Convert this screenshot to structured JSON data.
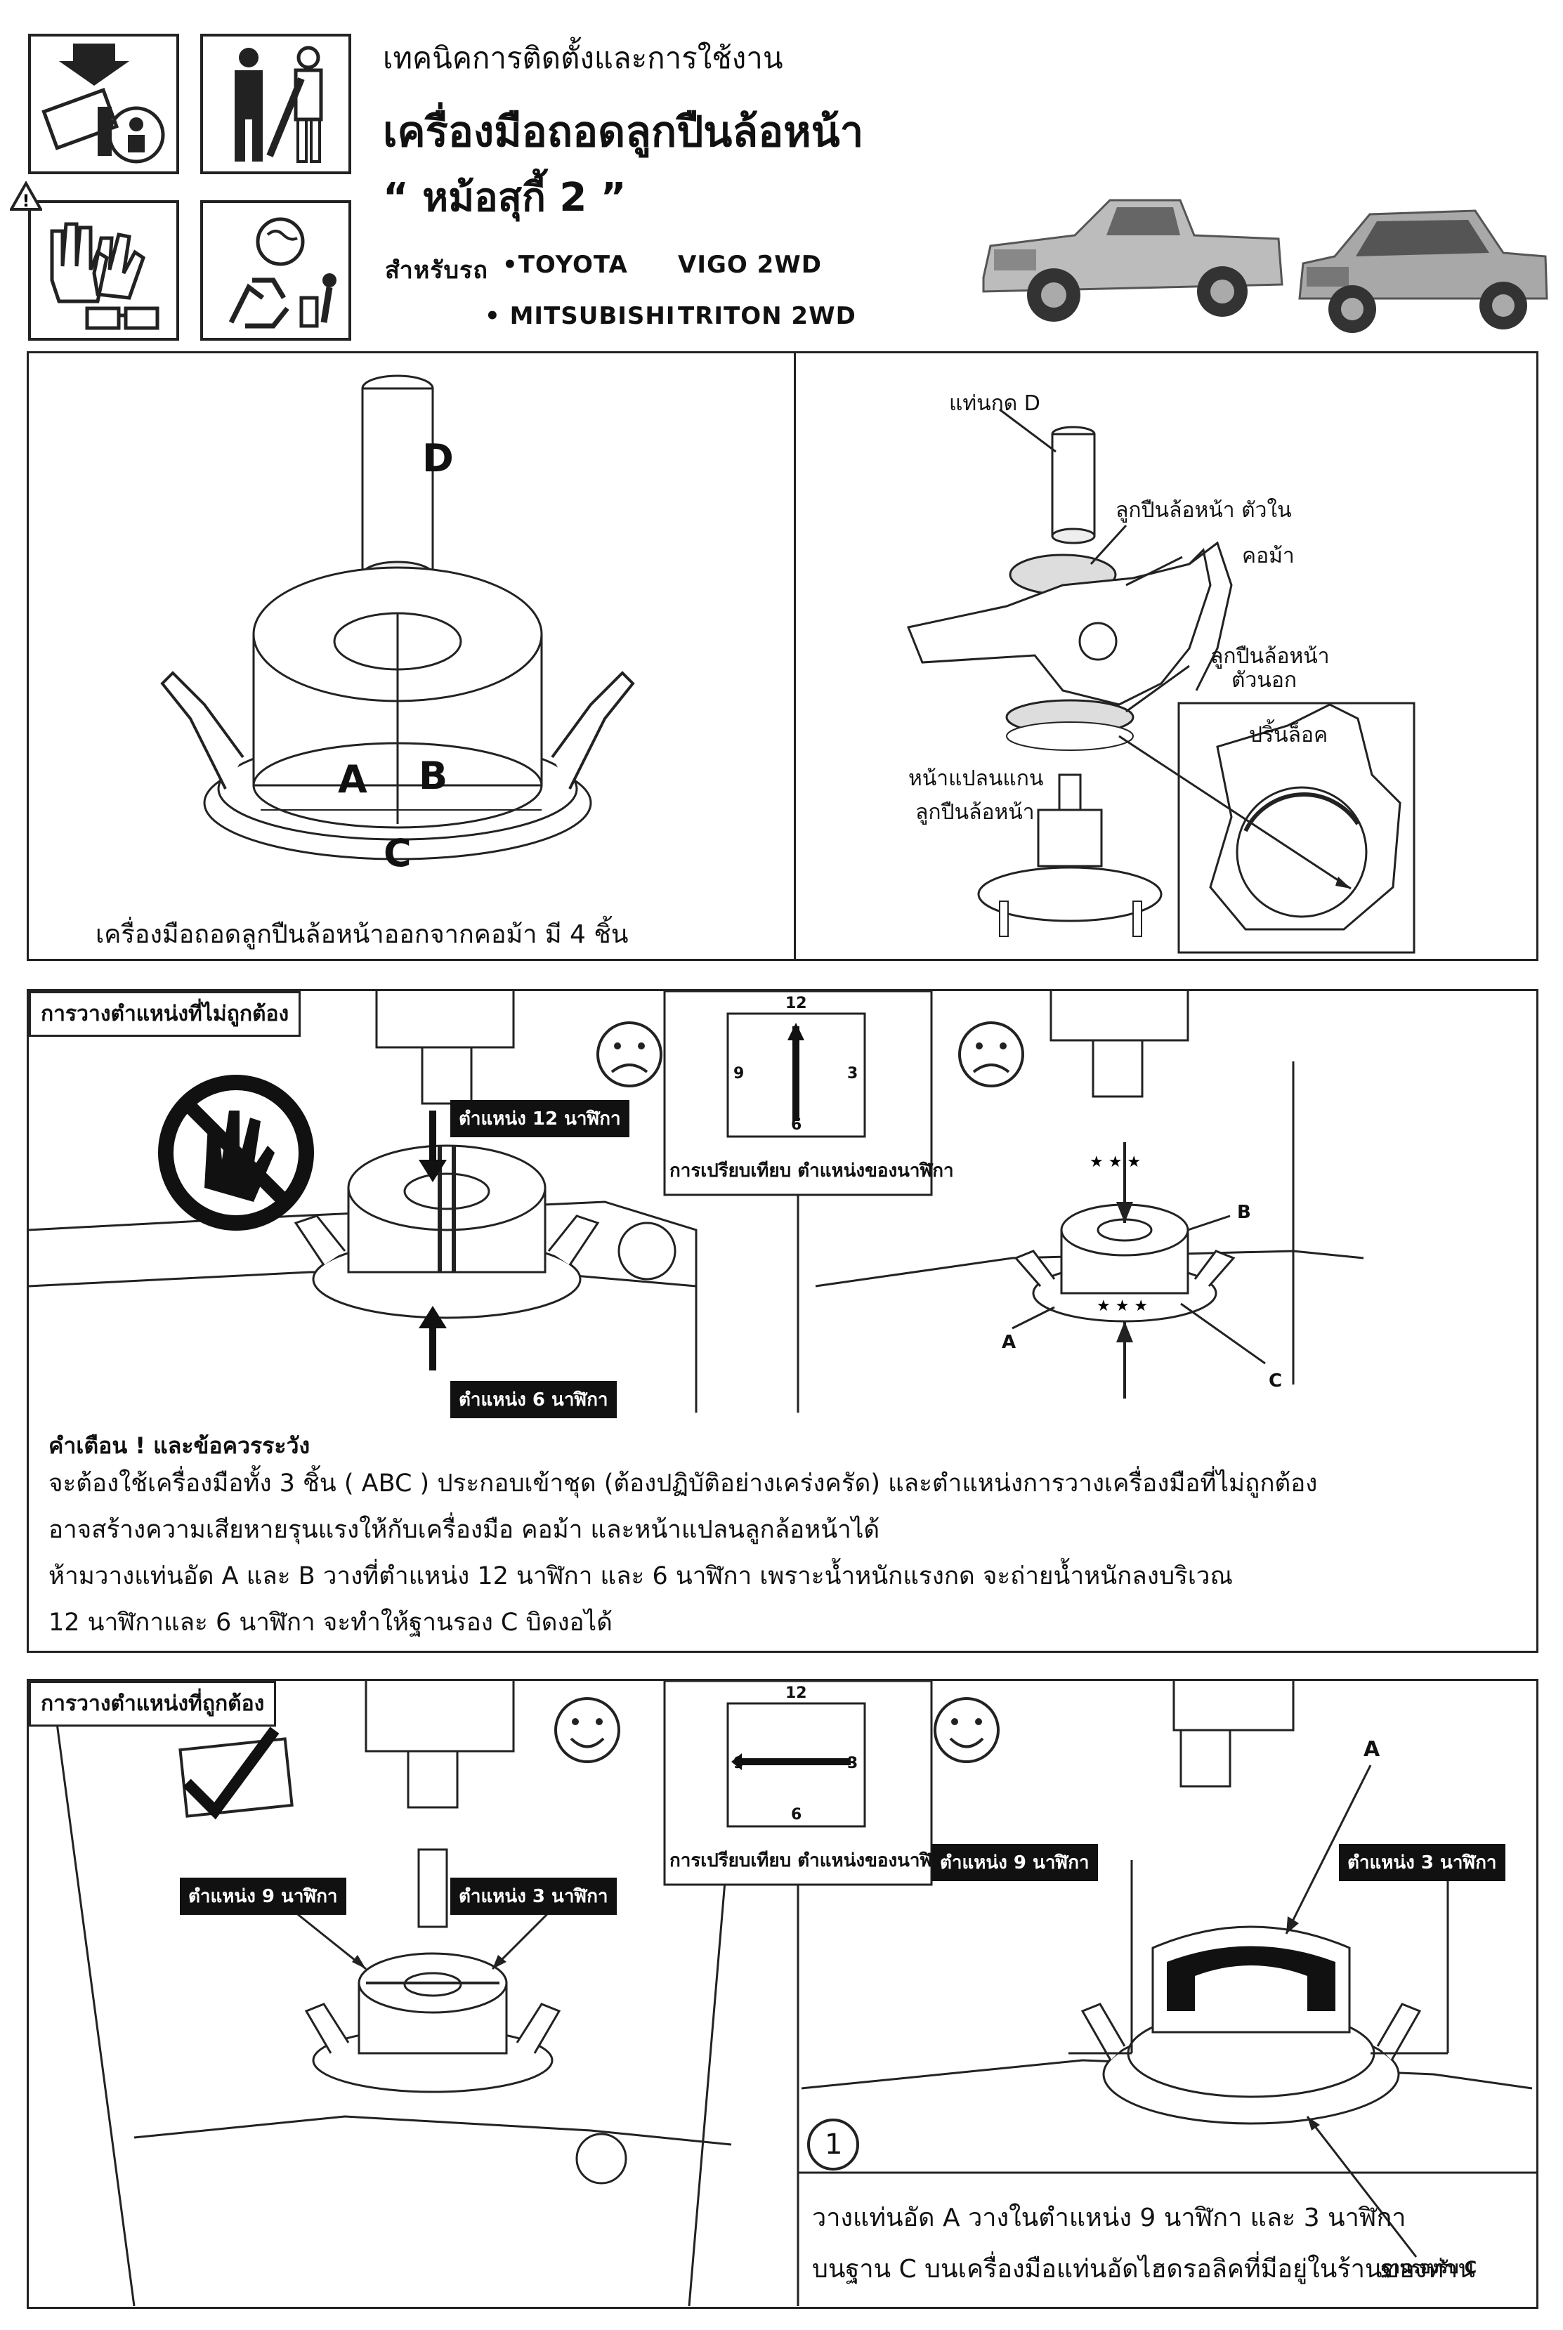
{
  "header": {
    "subtitle": "เทคนิคการติดตั้งและการใช้งาน",
    "title": "เครื่องมือถอดลูกปืนล้อหน้า",
    "subtitle2": "“ หม้อสุกี้ 2 ”",
    "for_car_label": "สำหรับรถ",
    "car1_brand": "•TOYOTA",
    "car1_model": "VIGO 2WD",
    "car2_brand": "• MITSUBISHI",
    "car2_model": "TRITON 2WD"
  },
  "panel1": {
    "label_d": "D",
    "label_a": "A",
    "label_b": "B",
    "label_c": "C",
    "caption": "เครื่องมือถอดลูกปืนล้อหน้าออกจากคอม้า มี 4 ชิ้น"
  },
  "panel2": {
    "press_d": "แท่นกด D",
    "inner_bearing": "ลูกปืนล้อหน้า ตัวใน",
    "knuckle": "คอม้า",
    "outer_bearing_1": "ลูกปืนล้อหน้า",
    "outer_bearing_2": "ตัวนอก",
    "snap_ring": "ปริ้นล็อค",
    "hub_flange_1": "หน้าแปลนแกน",
    "hub_flange_2": "ลูกปืนล้อหน้า"
  },
  "wrong_section": {
    "tag": "การวางตำแหน่งที่ไม่ถูกต้อง",
    "pos12": "ตำแหน่ง 12 นาฬิกา",
    "pos6": "ตำแหน่ง 6 นาฬิกา",
    "clock_compare": "การเปรียบเทียบ ตำแหน่งของนาฬิกา",
    "clock_12": "12",
    "clock_3": "3",
    "clock_6": "6",
    "clock_9": "9",
    "label_a": "A",
    "label_b": "B",
    "label_c": "C",
    "warning_title": "คำเตือน ! และข้อควรระวัง",
    "warning_lines": [
      "จะต้องใช้เครื่องมือทั้ง 3 ชิ้น ( ABC ) ประกอบเข้าชุด (ต้องปฏิบัติอย่างเคร่งครัด) และตำแหน่งการวางเครื่องมือที่ไม่ถูกต้อง",
      "อาจสร้างความเสียหายรุนแรงให้กับเครื่องมือ คอม้า และหน้าแปลนลูกล้อหน้าได้",
      "ห้ามวางแท่นอัด A และ B วางที่ตำแหน่ง 12 นาฬิกา และ 6 นาฬิกา เพราะน้ำหนักแรงกด จะถ่ายน้ำหนักลงบริเวณ",
      "12 นาฬิกาและ 6 นาฬิกา จะทำให้ฐานรอง C บิดงอได้"
    ]
  },
  "right_section": {
    "tag": "การวางตำแหน่งที่ถูกต้อง",
    "pos9": "ตำแหน่ง 9 นาฬิกา",
    "pos3": "ตำแหน่ง 3 นาฬิกา",
    "clock_compare": "การเปรียบเทียบ ตำแหน่งของนาฬิกา",
    "clock_12": "12",
    "clock_3": "3",
    "clock_6": "6",
    "clock_9": "9",
    "label_a": "A",
    "base_c": "ฐานรองรับ C",
    "step_number": "1",
    "instruction_lines": [
      "วางแท่นอัด A วางในตำแหน่ง 9 นาฬิกา และ 3 นาฬิกา",
      "บนฐาน C บนเครื่องมือแท่นอัดไฮดรอลิคที่มีอยู่ในร้านของท่าน"
    ]
  }
}
